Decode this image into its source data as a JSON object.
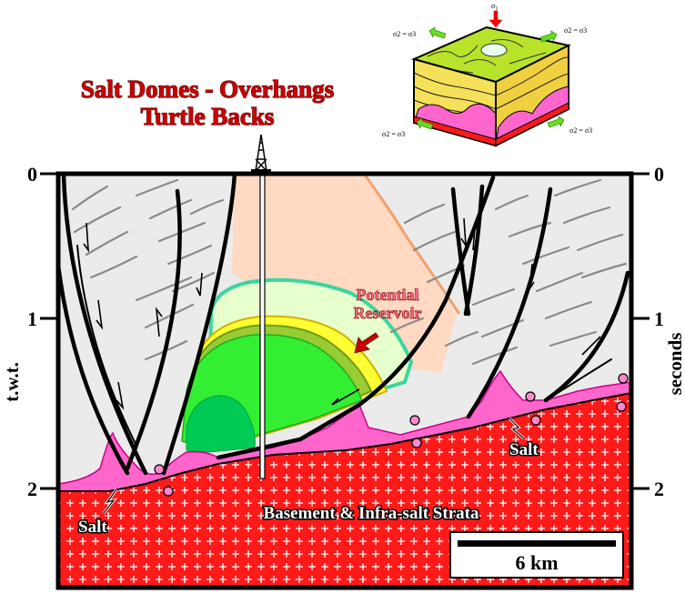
{
  "title": {
    "line1": "Salt Domes - Overhangs",
    "line2": "Turtle Backs"
  },
  "axes": {
    "left_label": "t.w.t.",
    "right_label": "seconds",
    "ticks": [
      "0",
      "1",
      "2"
    ]
  },
  "labels": {
    "potential_line1": "Potential",
    "potential_line2": "Reservoir",
    "salt_left": "Salt",
    "salt_right": "Salt",
    "basement": "Basement & Infra-salt Strata",
    "scale": "6 km"
  },
  "block_diagram": {
    "sigma1": "σ",
    "sigma1_sub": "1",
    "stress_labels": [
      "σ2 = σ3",
      "σ2 = σ3",
      "σ2 = σ3",
      "σ2 = σ3"
    ]
  },
  "colors": {
    "basement": "#ff1a1a",
    "salt": "#ff66cc",
    "sediment": "#ebebeb",
    "overburden": "#ffd9c2",
    "reservoir_green": "#33ff33",
    "title_red": "#cc0000"
  }
}
